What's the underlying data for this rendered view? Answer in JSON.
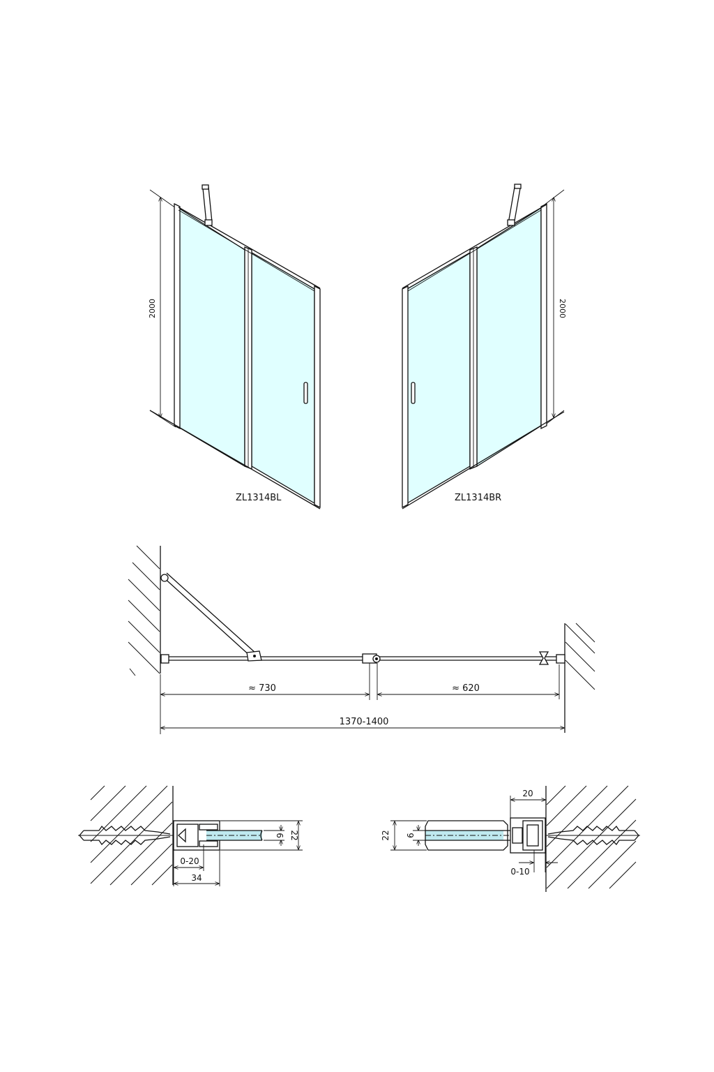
{
  "colors": {
    "glass": "#e0ffff",
    "glass_section": "#bfe9ef",
    "line": "#111111"
  },
  "views": {
    "left": {
      "model": "ZL1314BL",
      "height_label": "2000"
    },
    "right": {
      "model": "ZL1314BR",
      "height_label": "2000"
    }
  },
  "plan": {
    "dim_left": "≈ 730",
    "dim_right": "≈ 620",
    "dim_total": "1370-1400"
  },
  "details": {
    "left": {
      "glass": "6",
      "profile": "22",
      "adjust": "0-20",
      "depth": "34"
    },
    "right": {
      "glass": "6",
      "profile": "22",
      "width": "20",
      "adjust": "0-10"
    }
  }
}
